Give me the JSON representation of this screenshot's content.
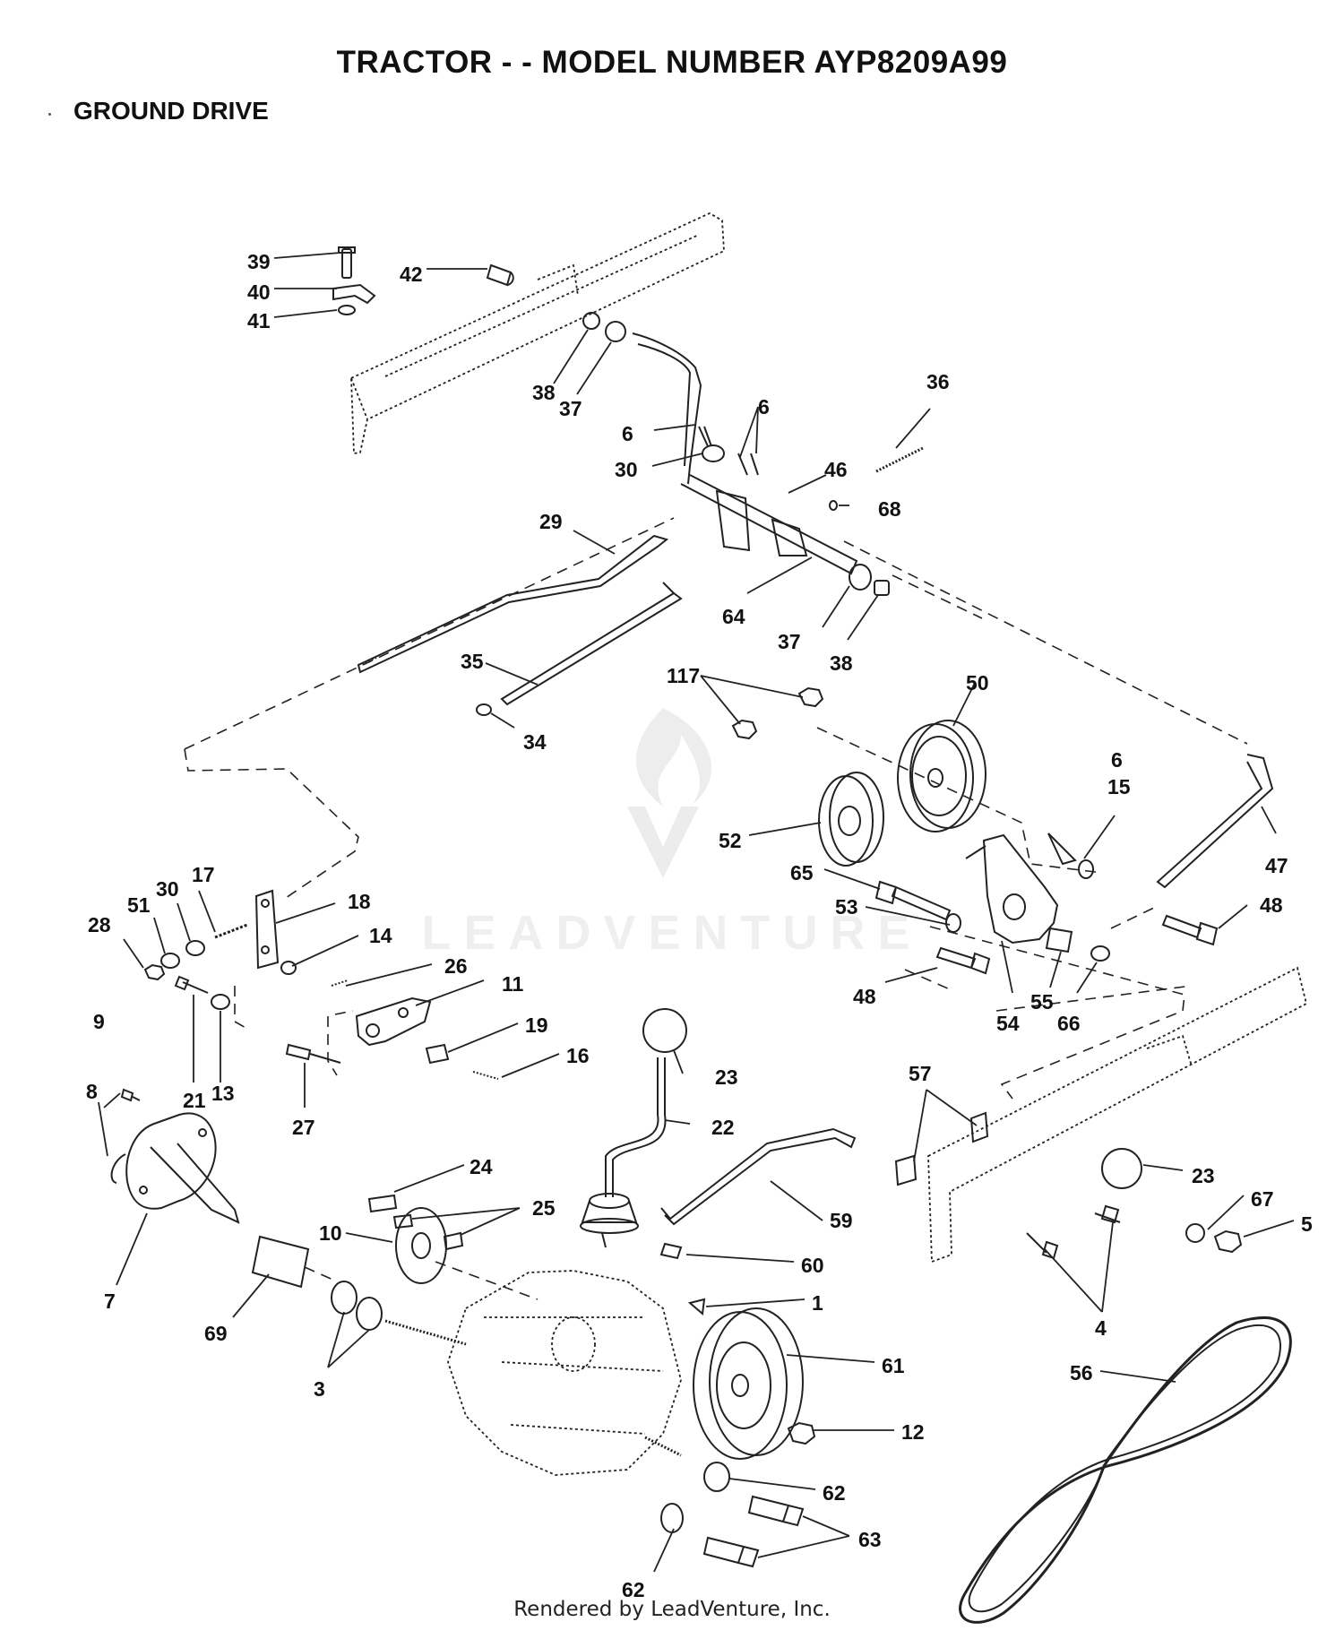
{
  "header": {
    "title": "TRACTOR - - MODEL NUMBER AYP8209A99",
    "subtitle": "GROUND DRIVE"
  },
  "watermark": {
    "text": "LEADVENTURE"
  },
  "footer": {
    "text": "Rendered by LeadVenture, Inc."
  },
  "callouts": {
    "c39": "39",
    "c40": "40",
    "c41": "41",
    "c42": "42",
    "c38a": "38",
    "c37a": "37",
    "c36": "36",
    "c6a": "6",
    "c6b": "6",
    "c30a": "30",
    "c46": "46",
    "c68": "68",
    "c29": "29",
    "c64": "64",
    "c37b": "37",
    "c38b": "38",
    "c35": "35",
    "c34": "34",
    "c117": "117",
    "c50": "50",
    "c6c": "6",
    "c15": "15",
    "c47": "47",
    "c52": "52",
    "c65": "65",
    "c53": "53",
    "c48a": "48",
    "c48b": "48",
    "c55": "55",
    "c54": "54",
    "c66": "66",
    "c17": "17",
    "c30b": "30",
    "c51": "51",
    "c28": "28",
    "c18": "18",
    "c14": "14",
    "c26": "26",
    "c11": "11",
    "c19": "19",
    "c16": "16",
    "c21": "21",
    "c13": "13",
    "c27": "27",
    "c9": "9",
    "c8": "8",
    "c7": "7",
    "c23a": "23",
    "c22": "22",
    "c57": "57",
    "c23b": "23",
    "c67": "67",
    "c5": "5",
    "c24": "24",
    "c25": "25",
    "c10": "10",
    "c59": "59",
    "c4": "4",
    "c60": "60",
    "c1": "1",
    "c61": "61",
    "c69": "69",
    "c3": "3",
    "c56": "56",
    "c12": "12",
    "c62a": "62",
    "c63": "63",
    "c62b": "62"
  }
}
